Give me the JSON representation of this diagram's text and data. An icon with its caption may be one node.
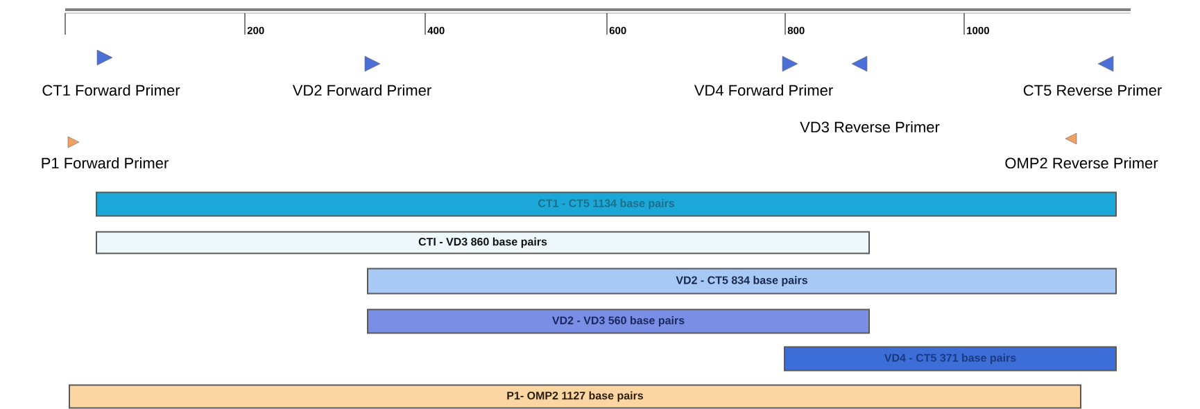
{
  "diagram": {
    "nodes": [
      {
        "text": [
          "CT1 Forward Primer"
        ]
      },
      {
        "text": [
          "VD2 Forward Primer"
        ]
      },
      {
        "text": [
          "VD4 Forward Primer"
        ]
      },
      {
        "text": [
          "CT5 Reverse Primer"
        ]
      },
      {
        "text": [
          "VD3 Reverse Primer"
        ]
      },
      {
        "text": [
          "P1 Forward Primer"
        ]
      },
      {
        "text": [
          "OMP2 Reverse Primer"
        ]
      },
      {
        "text": [
          "CT1 - CT5 1134 base pairs"
        ]
      },
      {
        "text": [
          "CTI - VD3 860 base pairs"
        ]
      },
      {
        "text": [
          "VD2 - CT5 834 base pairs"
        ]
      },
      {
        "text": [
          "VD2 - VD3 560 base pairs"
        ]
      },
      {
        "text": [
          "VD4 - CT5 371 base pairs"
        ]
      },
      {
        "text": [
          "P1- OMP2 1127 base pairs"
        ]
      }
    ],
    "labels": [
      "200",
      "400",
      "600",
      "800",
      "1000"
    ]
  }
}
